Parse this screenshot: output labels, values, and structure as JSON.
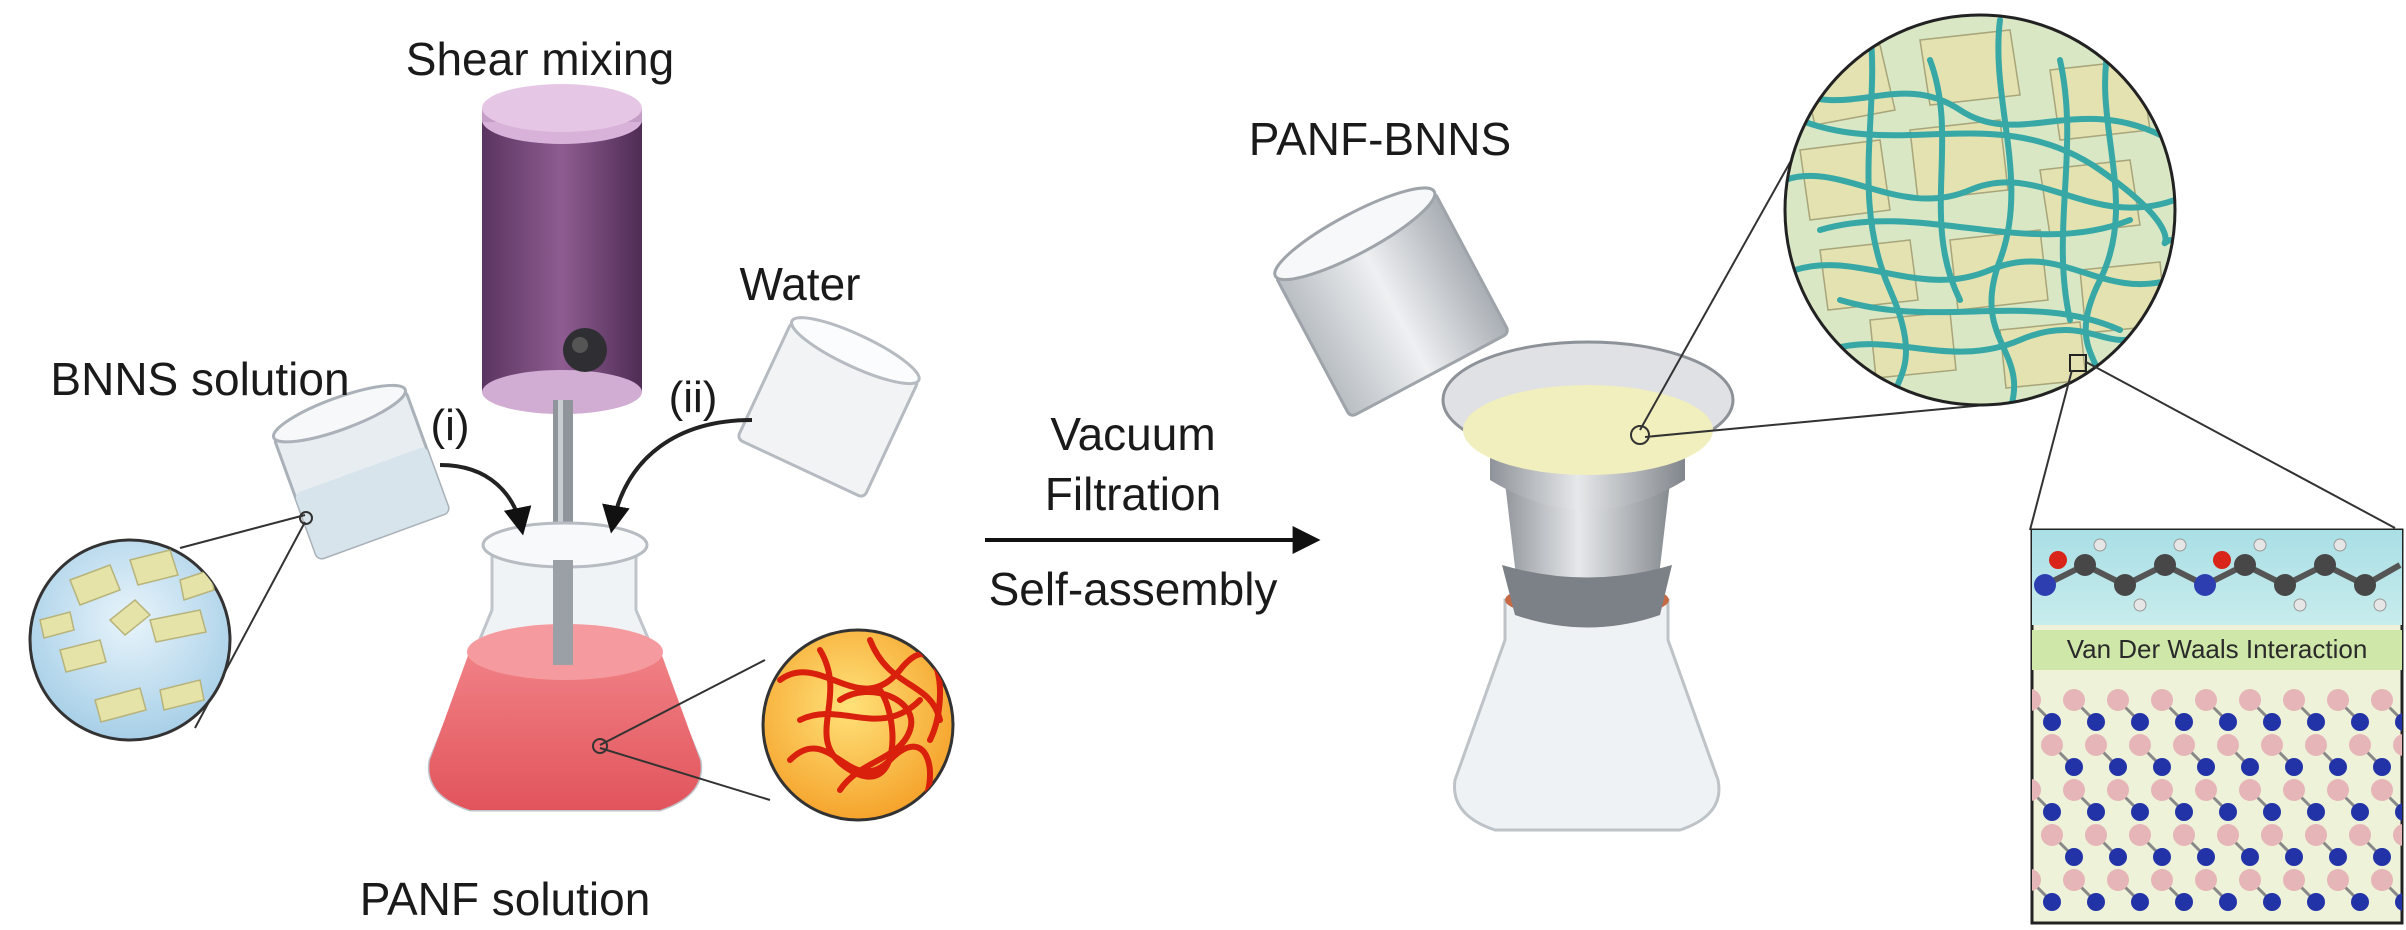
{
  "labels": {
    "shear_mixing": "Shear mixing",
    "water": "Water",
    "bnns_solution": "BNNS solution",
    "step_i": "(i)",
    "step_ii": "(ii)",
    "panf_solution": "PANF solution",
    "vacuum": "Vacuum",
    "filtration": "Filtration",
    "self_assembly": "Self-assembly",
    "panf_bnns": "PANF-BNNS",
    "vdw_interaction": "Van Der Waals Interaction"
  },
  "colors": {
    "mixer_body": "#7a4a7c",
    "mixer_cap": "#d8b2d8",
    "panf_liquid": "#e85c62",
    "fiber_red": "#d8200c",
    "fiber_cyan": "#37a8a6",
    "bnns_flake": "#e6e3a8",
    "film_yellow": "#f3f1bf",
    "boron_pink": "#e6b5b8",
    "nitrogen_blue": "#2233a8"
  }
}
